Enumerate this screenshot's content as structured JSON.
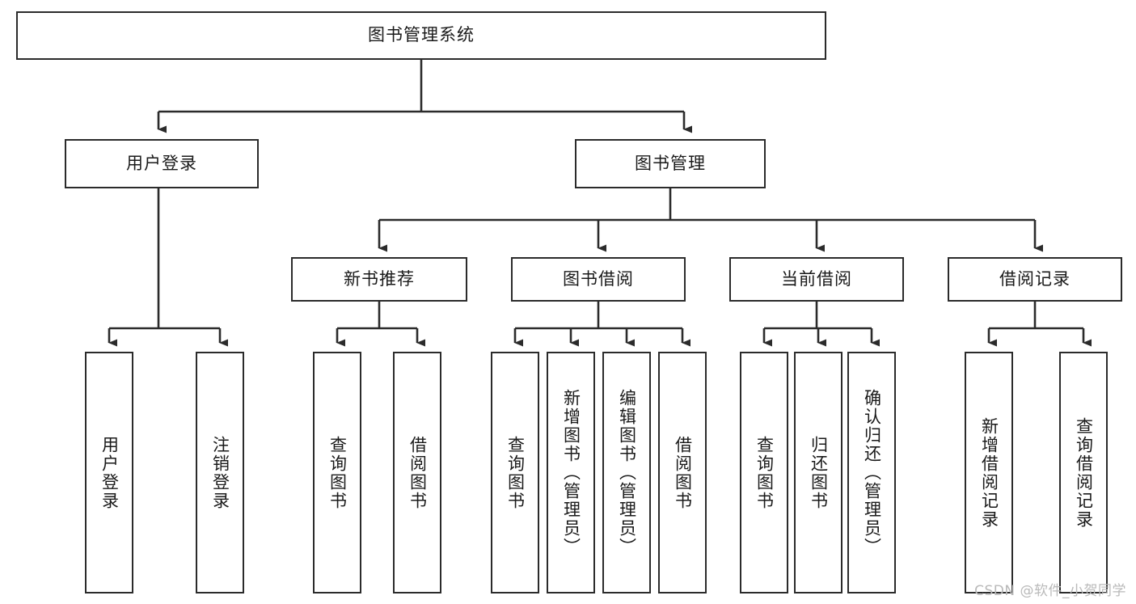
{
  "diagram": {
    "type": "tree-hierarchy",
    "title": "图书管理系统",
    "colors": {
      "box_border": "#2b2b2b",
      "box_fill": "#ffffff",
      "connector": "#2b2b2b",
      "background": "#ffffff",
      "watermark": "#b9b9b9"
    },
    "levels": [
      {
        "level": 0,
        "nodes": [
          {
            "id": "root",
            "label": "图书管理系统",
            "orientation": "horizontal"
          }
        ]
      },
      {
        "level": 1,
        "nodes": [
          {
            "id": "login",
            "label": "用户登录",
            "orientation": "horizontal",
            "parent": "root"
          },
          {
            "id": "bookmgmt",
            "label": "图书管理",
            "orientation": "horizontal",
            "parent": "root"
          }
        ]
      },
      {
        "level": 2,
        "nodes": [
          {
            "id": "newbook",
            "label": "新书推荐",
            "orientation": "horizontal",
            "parent": "bookmgmt"
          },
          {
            "id": "borrow",
            "label": "图书借阅",
            "orientation": "horizontal",
            "parent": "bookmgmt"
          },
          {
            "id": "current",
            "label": "当前借阅",
            "orientation": "horizontal",
            "parent": "bookmgmt"
          },
          {
            "id": "records",
            "label": "借阅记录",
            "orientation": "horizontal",
            "parent": "bookmgmt"
          }
        ]
      },
      {
        "level": 3,
        "nodes": [
          {
            "id": "leaf-1",
            "label": "用户登录",
            "orientation": "vertical",
            "parent": "login"
          },
          {
            "id": "leaf-2",
            "label": "注销登录",
            "orientation": "vertical",
            "parent": "login"
          },
          {
            "id": "leaf-3",
            "label": "查询图书",
            "orientation": "vertical",
            "parent": "newbook"
          },
          {
            "id": "leaf-4",
            "label": "借阅图书",
            "orientation": "vertical",
            "parent": "newbook"
          },
          {
            "id": "leaf-5",
            "label": "查询图书",
            "orientation": "vertical",
            "parent": "borrow"
          },
          {
            "id": "leaf-6",
            "label": "新增图书（管理员）",
            "orientation": "vertical",
            "parent": "borrow"
          },
          {
            "id": "leaf-7",
            "label": "编辑图书（管理员）",
            "orientation": "vertical",
            "parent": "borrow"
          },
          {
            "id": "leaf-8",
            "label": "借阅图书",
            "orientation": "vertical",
            "parent": "borrow"
          },
          {
            "id": "leaf-9",
            "label": "查询图书",
            "orientation": "vertical",
            "parent": "current"
          },
          {
            "id": "leaf-10",
            "label": "归还图书",
            "orientation": "vertical",
            "parent": "current"
          },
          {
            "id": "leaf-11",
            "label": "确认归还（管理员）",
            "orientation": "vertical",
            "parent": "current"
          },
          {
            "id": "leaf-12",
            "label": "新增借阅记录",
            "orientation": "vertical",
            "parent": "records"
          },
          {
            "id": "leaf-13",
            "label": "查询借阅记录",
            "orientation": "vertical",
            "parent": "records"
          }
        ]
      }
    ],
    "watermark": "CSDN @软件_小贺同学"
  }
}
